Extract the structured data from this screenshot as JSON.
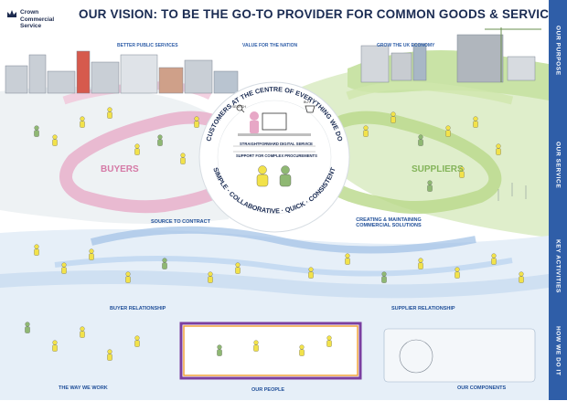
{
  "logo": {
    "text": "Crown\nCommercial\nService"
  },
  "title": "OUR VISION: TO BE THE GO-TO PROVIDER FOR COMMON GOODS & SERVICES",
  "tabs": [
    "OUR PURPOSE",
    "OUR SERVICE",
    "KEY ACTIVITIES",
    "HOW WE DO IT"
  ],
  "top_headers": [
    "BETTER PUBLIC SERVICES",
    "VALUE FOR THE NATION",
    "GROW THE UK ECONOMY"
  ],
  "hub": {
    "arc_top": "CUSTOMERS AT THE CENTRE OF EVERYTHING WE DO",
    "arc_bottom": "SIMPLE · COLLABORATIVE · QUICK · CONSISTENT",
    "search": "SEARCH",
    "buy": "BUY",
    "digital": "STRAIGHTFORWARD DIGITAL SERVICE",
    "support": "SUPPORT FOR COMPLEX PROCUREMENTS"
  },
  "buyers": "BUYERS",
  "suppliers": "SUPPLIERS",
  "source_to_contract": "SOURCE TO CONTRACT",
  "creating_solutions": "CREATING & MAINTAINING COMMERCIAL SOLUTIONS",
  "buyer_relationship": "BUYER RELATIONSHIP",
  "supplier_relationship": "SUPPLIER RELATIONSHIP",
  "footer": {
    "left": "THE WAY WE WORK",
    "center": "OUR PEOPLE",
    "right": "OUR COMPONENTS"
  },
  "colors": {
    "tab": "#2f5ea8",
    "title": "#1a2b52",
    "pink": "#e7a7c6",
    "green": "#b9d88a",
    "blue_band": "#cfe0f2",
    "figure": "#f2e24a"
  },
  "icons": [
    "crown-logo-icon",
    "magnifier-icon",
    "computer-icon",
    "shopping-basket-icon",
    "ribbon-icon"
  ]
}
